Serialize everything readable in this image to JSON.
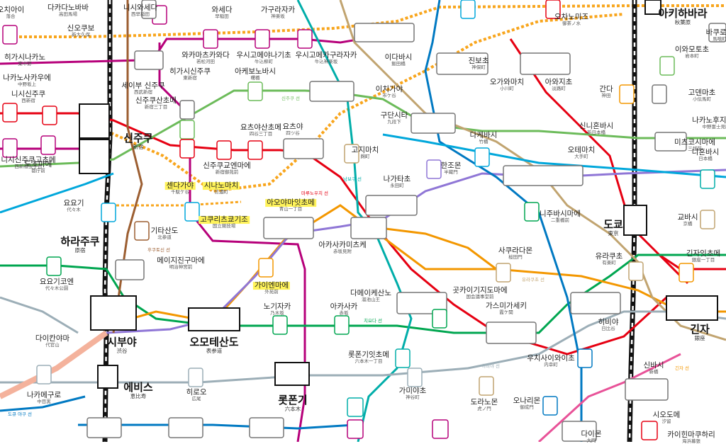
{
  "lines": {
    "oedo": {
      "color": "#b6007a"
    },
    "marunouchi": {
      "color": "#e60012"
    },
    "shinjuku": {
      "color": "#6cbb5a"
    },
    "chiyoda": {
      "color": "#00a650"
    },
    "ginza": {
      "color": "#f39700"
    },
    "hanzomon": {
      "color": "#8f76d6"
    },
    "namboku": {
      "color": "#00ada9"
    },
    "hibiya": {
      "color": "#9caeb7"
    },
    "mita": {
      "color": "#0079c2"
    },
    "tozai": {
      "color": "#00a7db"
    },
    "fukutoshin": {
      "color": "#9c5e31"
    },
    "yurakucho": {
      "color": "#c1a470"
    },
    "jr_yamanote": {
      "color": "#4c9e47"
    },
    "jr_chuo": {
      "color": "#f8a51c"
    }
  },
  "line_labels": [
    {
      "id": "shinjuku-line",
      "text": "신주쿠 선",
      "color": "#6cbb5a"
    },
    {
      "id": "namboku-line",
      "text": "남보쿠 선",
      "color": "#00ada9"
    },
    {
      "id": "marunouchi-line",
      "text": "마루노우치 선",
      "color": "#e60012"
    },
    {
      "id": "fukutoshin-line",
      "text": "후쿠토신 선",
      "color": "#9c5e31"
    },
    {
      "id": "chiyoda-line",
      "text": "치요다 선",
      "color": "#00a650"
    },
    {
      "id": "yurakucho-line",
      "text": "유라쿠초 선",
      "color": "#c1a470"
    },
    {
      "id": "ginza-line",
      "text": "긴자 선",
      "color": "#f39700"
    },
    {
      "id": "hibiya-line",
      "text": "히비야 선",
      "color": "#9caeb7"
    },
    {
      "id": "toyoko-line",
      "text": "도큐 야쿠 선",
      "color": "#0079c2"
    }
  ],
  "stations": [
    {
      "id": "ochiai",
      "ko": "오치아이",
      "jp": "落合",
      "highlight": false
    },
    {
      "id": "takadanobaba",
      "ko": "다카다노바바",
      "jp": "高田馬場",
      "highlight": false
    },
    {
      "id": "nishiwaseda",
      "ko": "니시와세다",
      "jp": "西早稲田",
      "highlight": false
    },
    {
      "id": "waseda",
      "ko": "와세다",
      "jp": "早稲田",
      "highlight": false
    },
    {
      "id": "kagurazaka",
      "ko": "가구라자카",
      "jp": "神楽坂",
      "highlight": false
    },
    {
      "id": "shinokubo",
      "ko": "신오쿠보",
      "jp": "新大久保",
      "highlight": false
    },
    {
      "id": "higashinakano",
      "ko": "히가시나카노",
      "jp": "東中野",
      "highlight": false
    },
    {
      "id": "nakanosakaue",
      "ko": "나카노사카우에",
      "jp": "中野坂上",
      "highlight": false
    },
    {
      "id": "nishishinjuku",
      "ko": "니시신주쿠",
      "jp": "西新宿",
      "highlight": false
    },
    {
      "id": "nishishinjuku5",
      "ko": "세이부 신주쿠",
      "jp": "西武新宿",
      "highlight": false
    },
    {
      "id": "wakamatsu",
      "ko": "와카마츠카와다",
      "jp": "若松河田",
      "highlight": false
    },
    {
      "id": "ushigome-yanagicho",
      "ko": "우시고메야나기초",
      "jp": "牛込柳町",
      "highlight": false
    },
    {
      "id": "ushigome-kagurazaka",
      "ko": "우시고메카구라자카",
      "jp": "牛込神楽坂",
      "highlight": false
    },
    {
      "id": "iidabashi",
      "ko": "이다바시",
      "jp": "飯田橋",
      "highlight": false
    },
    {
      "id": "jimbocho",
      "ko": "진보초",
      "jp": "神保町",
      "highlight": false
    },
    {
      "id": "ochanomizu",
      "ko": "오차노미즈",
      "jp": "御茶ノ水",
      "highlight": false
    },
    {
      "id": "akihabara",
      "ko": "아키하바라",
      "jp": "秋葉原",
      "highlight": false,
      "major": true
    },
    {
      "id": "bakurocho",
      "ko": "바쿠로초",
      "jp": "馬喰町",
      "highlight": false
    },
    {
      "id": "iwamotocho",
      "ko": "이와모토초",
      "jp": "岩本町",
      "highlight": false
    },
    {
      "id": "higashishinjuku",
      "ko": "히가시신주쿠",
      "jp": "東新宿",
      "highlight": false
    },
    {
      "id": "akebonobashi",
      "ko": "아케보노바시",
      "jp": "曙橋",
      "highlight": false
    },
    {
      "id": "ichigaya",
      "ko": "이치가야",
      "jp": "市ケ谷",
      "highlight": false
    },
    {
      "id": "ogawamachi",
      "ko": "오가와마치",
      "jp": "小川町",
      "highlight": false
    },
    {
      "id": "awajicho",
      "ko": "아와지초",
      "jp": "淡路町",
      "highlight": false
    },
    {
      "id": "kanda",
      "ko": "간다",
      "jp": "神田",
      "highlight": false
    },
    {
      "id": "kodemmacho",
      "ko": "고덴마초",
      "jp": "小伝馬町",
      "highlight": false
    },
    {
      "id": "nakano-fujimicho",
      "ko": "나카노후지미초",
      "jp": "中野富士見町",
      "highlight": false
    },
    {
      "id": "nishishinjuku-gochome",
      "ko": "니시신주쿠고초메",
      "jp": "西新宿五丁目",
      "highlight": false
    },
    {
      "id": "shinjuku-sanchome",
      "ko": "신주쿠산초메",
      "jp": "新宿三丁目",
      "highlight": false
    },
    {
      "id": "kudanshita",
      "ko": "구단시타",
      "jp": "九段下",
      "highlight": false
    },
    {
      "id": "takebashi",
      "ko": "다케바시",
      "jp": "竹橋",
      "highlight": false
    },
    {
      "id": "shinnihombashi",
      "ko": "신니혼바시",
      "jp": "新日本橋",
      "highlight": false
    },
    {
      "id": "mitsukoshimae",
      "ko": "미츠코시마에",
      "jp": "三越前",
      "highlight": false
    },
    {
      "id": "shinjuku",
      "ko": "신주쿠",
      "jp": "新宿",
      "highlight": false,
      "major": true
    },
    {
      "id": "shinjuku-gyoemmae",
      "ko": "신주쿠교엔마에",
      "jp": "新宿御苑前",
      "highlight": false
    },
    {
      "id": "yotsuya-sanchome",
      "ko": "요츠야산초메",
      "jp": "四谷三丁目",
      "highlight": false
    },
    {
      "id": "yotsuya",
      "ko": "요츠야",
      "jp": "四ツ谷",
      "highlight": false
    },
    {
      "id": "kojimachi",
      "ko": "고지마치",
      "jp": "麹町",
      "highlight": false
    },
    {
      "id": "hanzomon",
      "ko": "한조몬",
      "jp": "半蔵門",
      "highlight": false
    },
    {
      "id": "otemachi",
      "ko": "오테마치",
      "jp": "大手町",
      "highlight": false
    },
    {
      "id": "nihombashi",
      "ko": "니혼바시",
      "jp": "日本橋",
      "highlight": false
    },
    {
      "id": "tochomae",
      "ko": "도초마에",
      "jp": "都庁前",
      "highlight": false
    },
    {
      "id": "sendagaya",
      "ko": "센다가야",
      "jp": "千駄ケ谷",
      "highlight": true
    },
    {
      "id": "shinanomachi",
      "ko": "시나노마치",
      "jp": "信濃町",
      "highlight": true
    },
    {
      "id": "aoyama-itchome",
      "ko": "아오야마잇초메",
      "jp": "青山一丁目",
      "highlight": true
    },
    {
      "id": "nagatacho",
      "ko": "나가타초",
      "jp": "永田町",
      "highlight": false
    },
    {
      "id": "yoyogi",
      "ko": "요요기",
      "jp": "代々木",
      "highlight": false
    },
    {
      "id": "kokuritsu-kyogijo",
      "ko": "고쿠리츠쿄기조",
      "jp": "国立競技場",
      "highlight": true
    },
    {
      "id": "kitasando",
      "ko": "기타산도",
      "jp": "北参道",
      "highlight": false
    },
    {
      "id": "nijubashimae",
      "ko": "니주바시마에",
      "jp": "二重橋前",
      "highlight": false
    },
    {
      "id": "tokyo",
      "ko": "도쿄",
      "jp": "東京",
      "highlight": false,
      "major": true
    },
    {
      "id": "kyobashi",
      "ko": "교바시",
      "jp": "京橋",
      "highlight": false
    },
    {
      "id": "harajuku",
      "ko": "하라주쿠",
      "jp": "原宿",
      "highlight": false,
      "major": true
    },
    {
      "id": "meiji-jingumae",
      "ko": "메이지진구마에",
      "jp": "明治神宮前",
      "highlight": false
    },
    {
      "id": "akasaka-mitsuke",
      "ko": "아카사카미츠케",
      "jp": "赤坂見附",
      "highlight": false
    },
    {
      "id": "sakuradamon",
      "ko": "사쿠라다몬",
      "jp": "桜田門",
      "highlight": false
    },
    {
      "id": "yurakucho",
      "ko": "유라쿠초",
      "jp": "有楽町",
      "highlight": false
    },
    {
      "id": "ginza-itchome",
      "ko": "긴자잇초메",
      "jp": "銀座一丁目",
      "highlight": false
    },
    {
      "id": "yoyogi-koen",
      "ko": "요요기코엔",
      "jp": "代々木公園",
      "highlight": false
    },
    {
      "id": "gaiemmae",
      "ko": "가이엔마에",
      "jp": "外苑前",
      "highlight": true
    },
    {
      "id": "tameike-sanno",
      "ko": "다메이케산노",
      "jp": "溜池山王",
      "highlight": false
    },
    {
      "id": "kokkai-gijidomae",
      "ko": "곳카이기지도마에",
      "jp": "国会議事堂前",
      "highlight": false
    },
    {
      "id": "kasumigaseki",
      "ko": "가스미가세키",
      "jp": "霞ケ関",
      "highlight": false
    },
    {
      "id": "hibiya",
      "ko": "히비야",
      "jp": "日比谷",
      "highlight": false
    },
    {
      "id": "ginza",
      "ko": "긴자",
      "jp": "銀座",
      "highlight": false,
      "major": true
    },
    {
      "id": "shibuya",
      "ko": "시부야",
      "jp": "渋谷",
      "highlight": false,
      "major": true
    },
    {
      "id": "omotesando",
      "ko": "오모테산도",
      "jp": "表参道",
      "highlight": false,
      "major": true
    },
    {
      "id": "nogizaka",
      "ko": "노기자카",
      "jp": "乃木坂",
      "highlight": false
    },
    {
      "id": "akasaka",
      "ko": "아카사카",
      "jp": "赤坂",
      "highlight": false
    },
    {
      "id": "daikanyama",
      "ko": "다이칸야마",
      "jp": "代官山",
      "highlight": false
    },
    {
      "id": "roppongi-itchome",
      "ko": "롯폰기잇초메",
      "jp": "六本木一丁目",
      "highlight": false
    },
    {
      "id": "uchisaiwaicho",
      "ko": "우치사이와이초",
      "jp": "内幸町",
      "highlight": false
    },
    {
      "id": "shimbashi",
      "ko": "신바시",
      "jp": "新橋",
      "highlight": false
    },
    {
      "id": "ebisu",
      "ko": "에비스",
      "jp": "恵比寿",
      "highlight": false,
      "major": true
    },
    {
      "id": "hiroo",
      "ko": "히로오",
      "jp": "広尾",
      "highlight": false
    },
    {
      "id": "roppongi",
      "ko": "롯폰기",
      "jp": "六本木",
      "highlight": false,
      "major": true
    },
    {
      "id": "kamiyacho",
      "ko": "가미야초",
      "jp": "神谷町",
      "highlight": false
    },
    {
      "id": "toranomon",
      "ko": "도라노몬",
      "jp": "虎ノ門",
      "highlight": false
    },
    {
      "id": "onarimon",
      "ko": "오나리몬",
      "jp": "御成門",
      "highlight": false
    },
    {
      "id": "nakameguro",
      "ko": "나카메구로",
      "jp": "中目黒",
      "highlight": false
    },
    {
      "id": "shiodome",
      "ko": "시오도메",
      "jp": "汐留",
      "highlight": false
    },
    {
      "id": "daimon",
      "ko": "다이몬",
      "jp": "大門",
      "highlight": false
    },
    {
      "id": "kabukicho",
      "ko": "카이힌마쿠하리",
      "jp": "海浜幕張",
      "highlight": false
    }
  ]
}
